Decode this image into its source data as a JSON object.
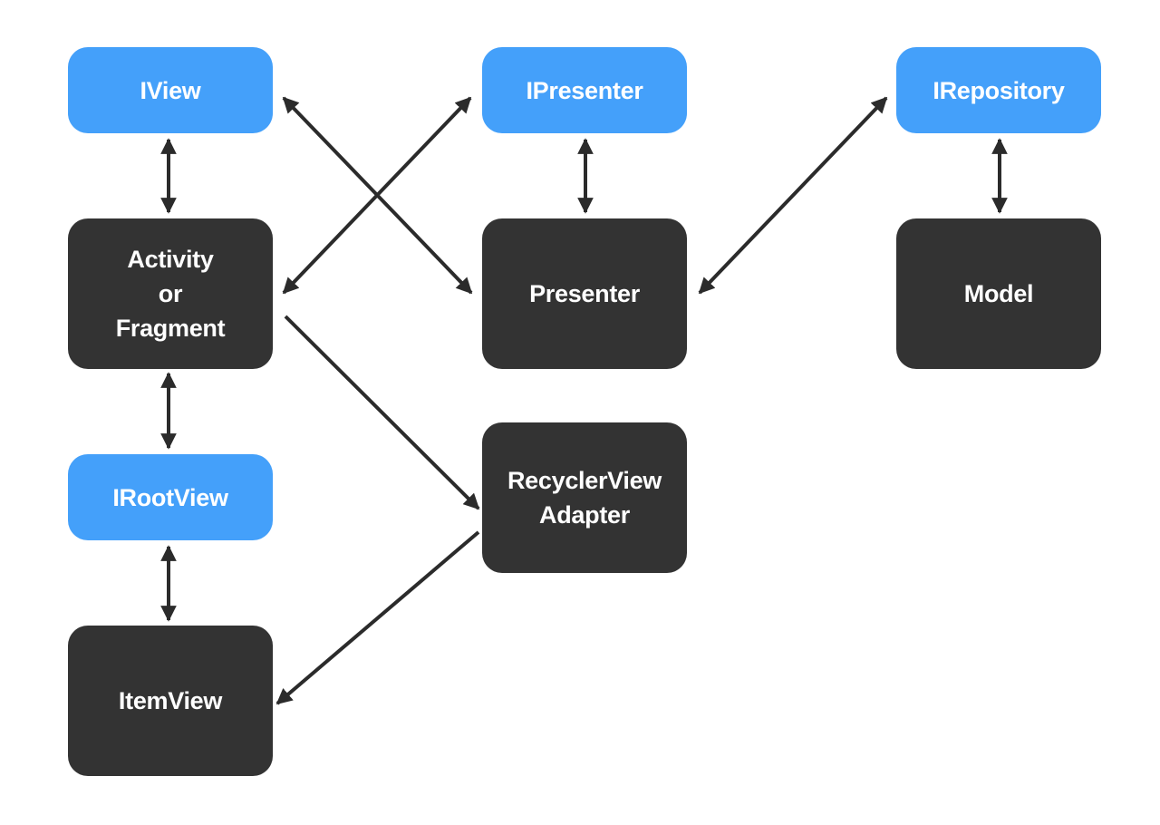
{
  "colors": {
    "interface": "#44a0fa",
    "implementation": "#333333",
    "arrow": "#2b2b2b",
    "text": "#ffffff",
    "background": "#ffffff"
  },
  "nodes": {
    "iview": "IView",
    "ipresenter": "IPresenter",
    "irepository": "IRepository",
    "activity": "Activity\nor\nFragment",
    "presenter": "Presenter",
    "model": "Model",
    "irootview": "IRootView",
    "adapter": "RecyclerView\nAdapter",
    "itemview": "ItemView"
  },
  "connections": [
    {
      "from": "iview",
      "to": "activity",
      "kind": "bidirectional"
    },
    {
      "from": "ipresenter",
      "to": "presenter",
      "kind": "bidirectional"
    },
    {
      "from": "irepository",
      "to": "model",
      "kind": "bidirectional"
    },
    {
      "from": "iview",
      "to": "presenter",
      "kind": "bidirectional"
    },
    {
      "from": "ipresenter",
      "to": "activity",
      "kind": "bidirectional"
    },
    {
      "from": "irepository",
      "to": "presenter",
      "kind": "bidirectional"
    },
    {
      "from": "activity",
      "to": "irootview",
      "kind": "bidirectional"
    },
    {
      "from": "activity",
      "to": "adapter",
      "kind": "directed"
    },
    {
      "from": "irootview",
      "to": "itemview",
      "kind": "bidirectional"
    },
    {
      "from": "adapter",
      "to": "itemview",
      "kind": "directed"
    }
  ]
}
